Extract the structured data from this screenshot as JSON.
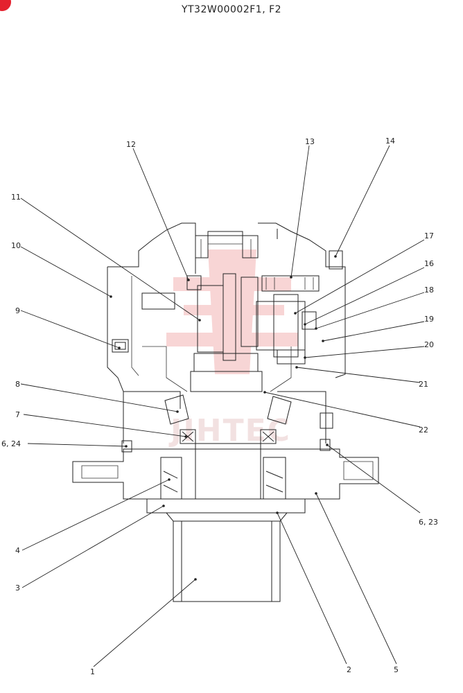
{
  "title": "YT32W00002F1, F2",
  "brand": {
    "accent_color": "#e4212e",
    "watermark_color": "#f2b3b3",
    "watermark_text": "JIHTEC"
  },
  "callouts": [
    "1",
    "2",
    "3",
    "4",
    "5",
    "6, 23",
    "6, 24",
    "7",
    "8",
    "9",
    "10",
    "11",
    "12",
    "13",
    "14",
    "16",
    "17",
    "18",
    "19",
    "20",
    "21",
    "22"
  ]
}
